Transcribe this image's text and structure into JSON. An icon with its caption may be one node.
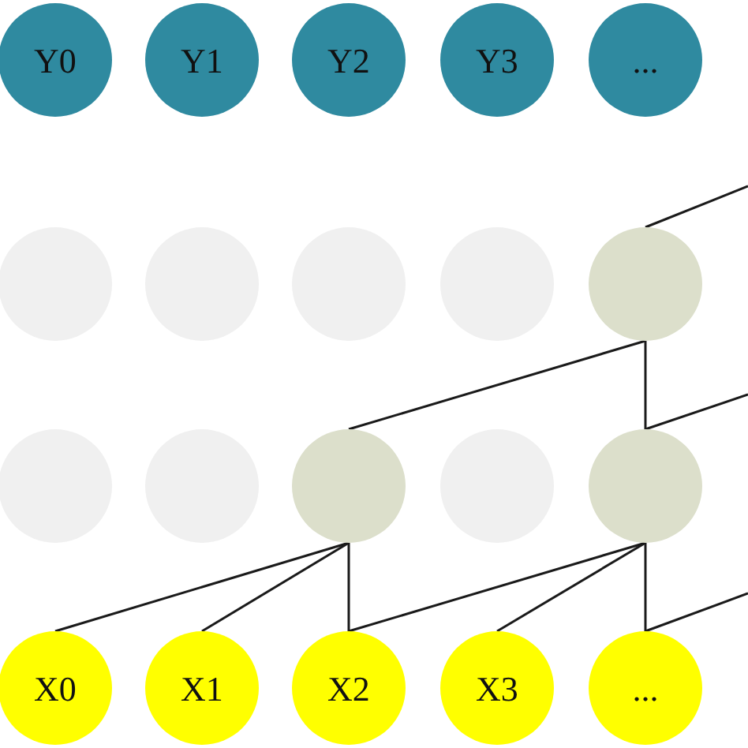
{
  "diagram": {
    "nodes": [
      {
        "text": [
          "Y0"
        ]
      },
      {
        "text": [
          "Y1"
        ]
      },
      {
        "text": [
          "Y2"
        ]
      },
      {
        "text": [
          "Y3"
        ]
      },
      {
        "text": [
          "..."
        ]
      },
      {
        "text": [],
        "shape": "circle"
      },
      {
        "text": [],
        "shape": "circle"
      },
      {
        "text": [],
        "shape": "circle"
      },
      {
        "text": [],
        "shape": "circle"
      },
      {
        "text": [],
        "shape": "circle"
      },
      {
        "text": [],
        "shape": "circle"
      },
      {
        "text": [],
        "shape": "circle"
      },
      {
        "text": [],
        "shape": "circle"
      },
      {
        "text": [],
        "shape": "circle"
      },
      {
        "text": [],
        "shape": "circle"
      },
      {
        "text": [
          "X0"
        ]
      },
      {
        "text": [
          "X1"
        ]
      },
      {
        "text": [
          "X2"
        ]
      },
      {
        "text": [
          "X3"
        ]
      },
      {
        "text": [
          "..."
        ]
      }
    ],
    "edges": [
      {
        "from": 15,
        "to": 12,
        "arrow": "none"
      },
      {
        "from": 16,
        "to": 12,
        "arrow": "none"
      },
      {
        "from": 17,
        "to": 12,
        "arrow": "none"
      },
      {
        "from": 17,
        "to": 14,
        "arrow": "none"
      },
      {
        "from": 18,
        "to": 14,
        "arrow": "none"
      },
      {
        "from": 19,
        "to": 14,
        "arrow": "none"
      },
      {
        "from": 19,
        "to": null,
        "arrow": "none"
      },
      {
        "from": 12,
        "to": 9,
        "arrow": "none"
      },
      {
        "from": 14,
        "to": 9,
        "arrow": "none"
      },
      {
        "from": 14,
        "to": null,
        "arrow": "none"
      },
      {
        "from": 9,
        "to": null,
        "arrow": "none"
      }
    ]
  }
}
